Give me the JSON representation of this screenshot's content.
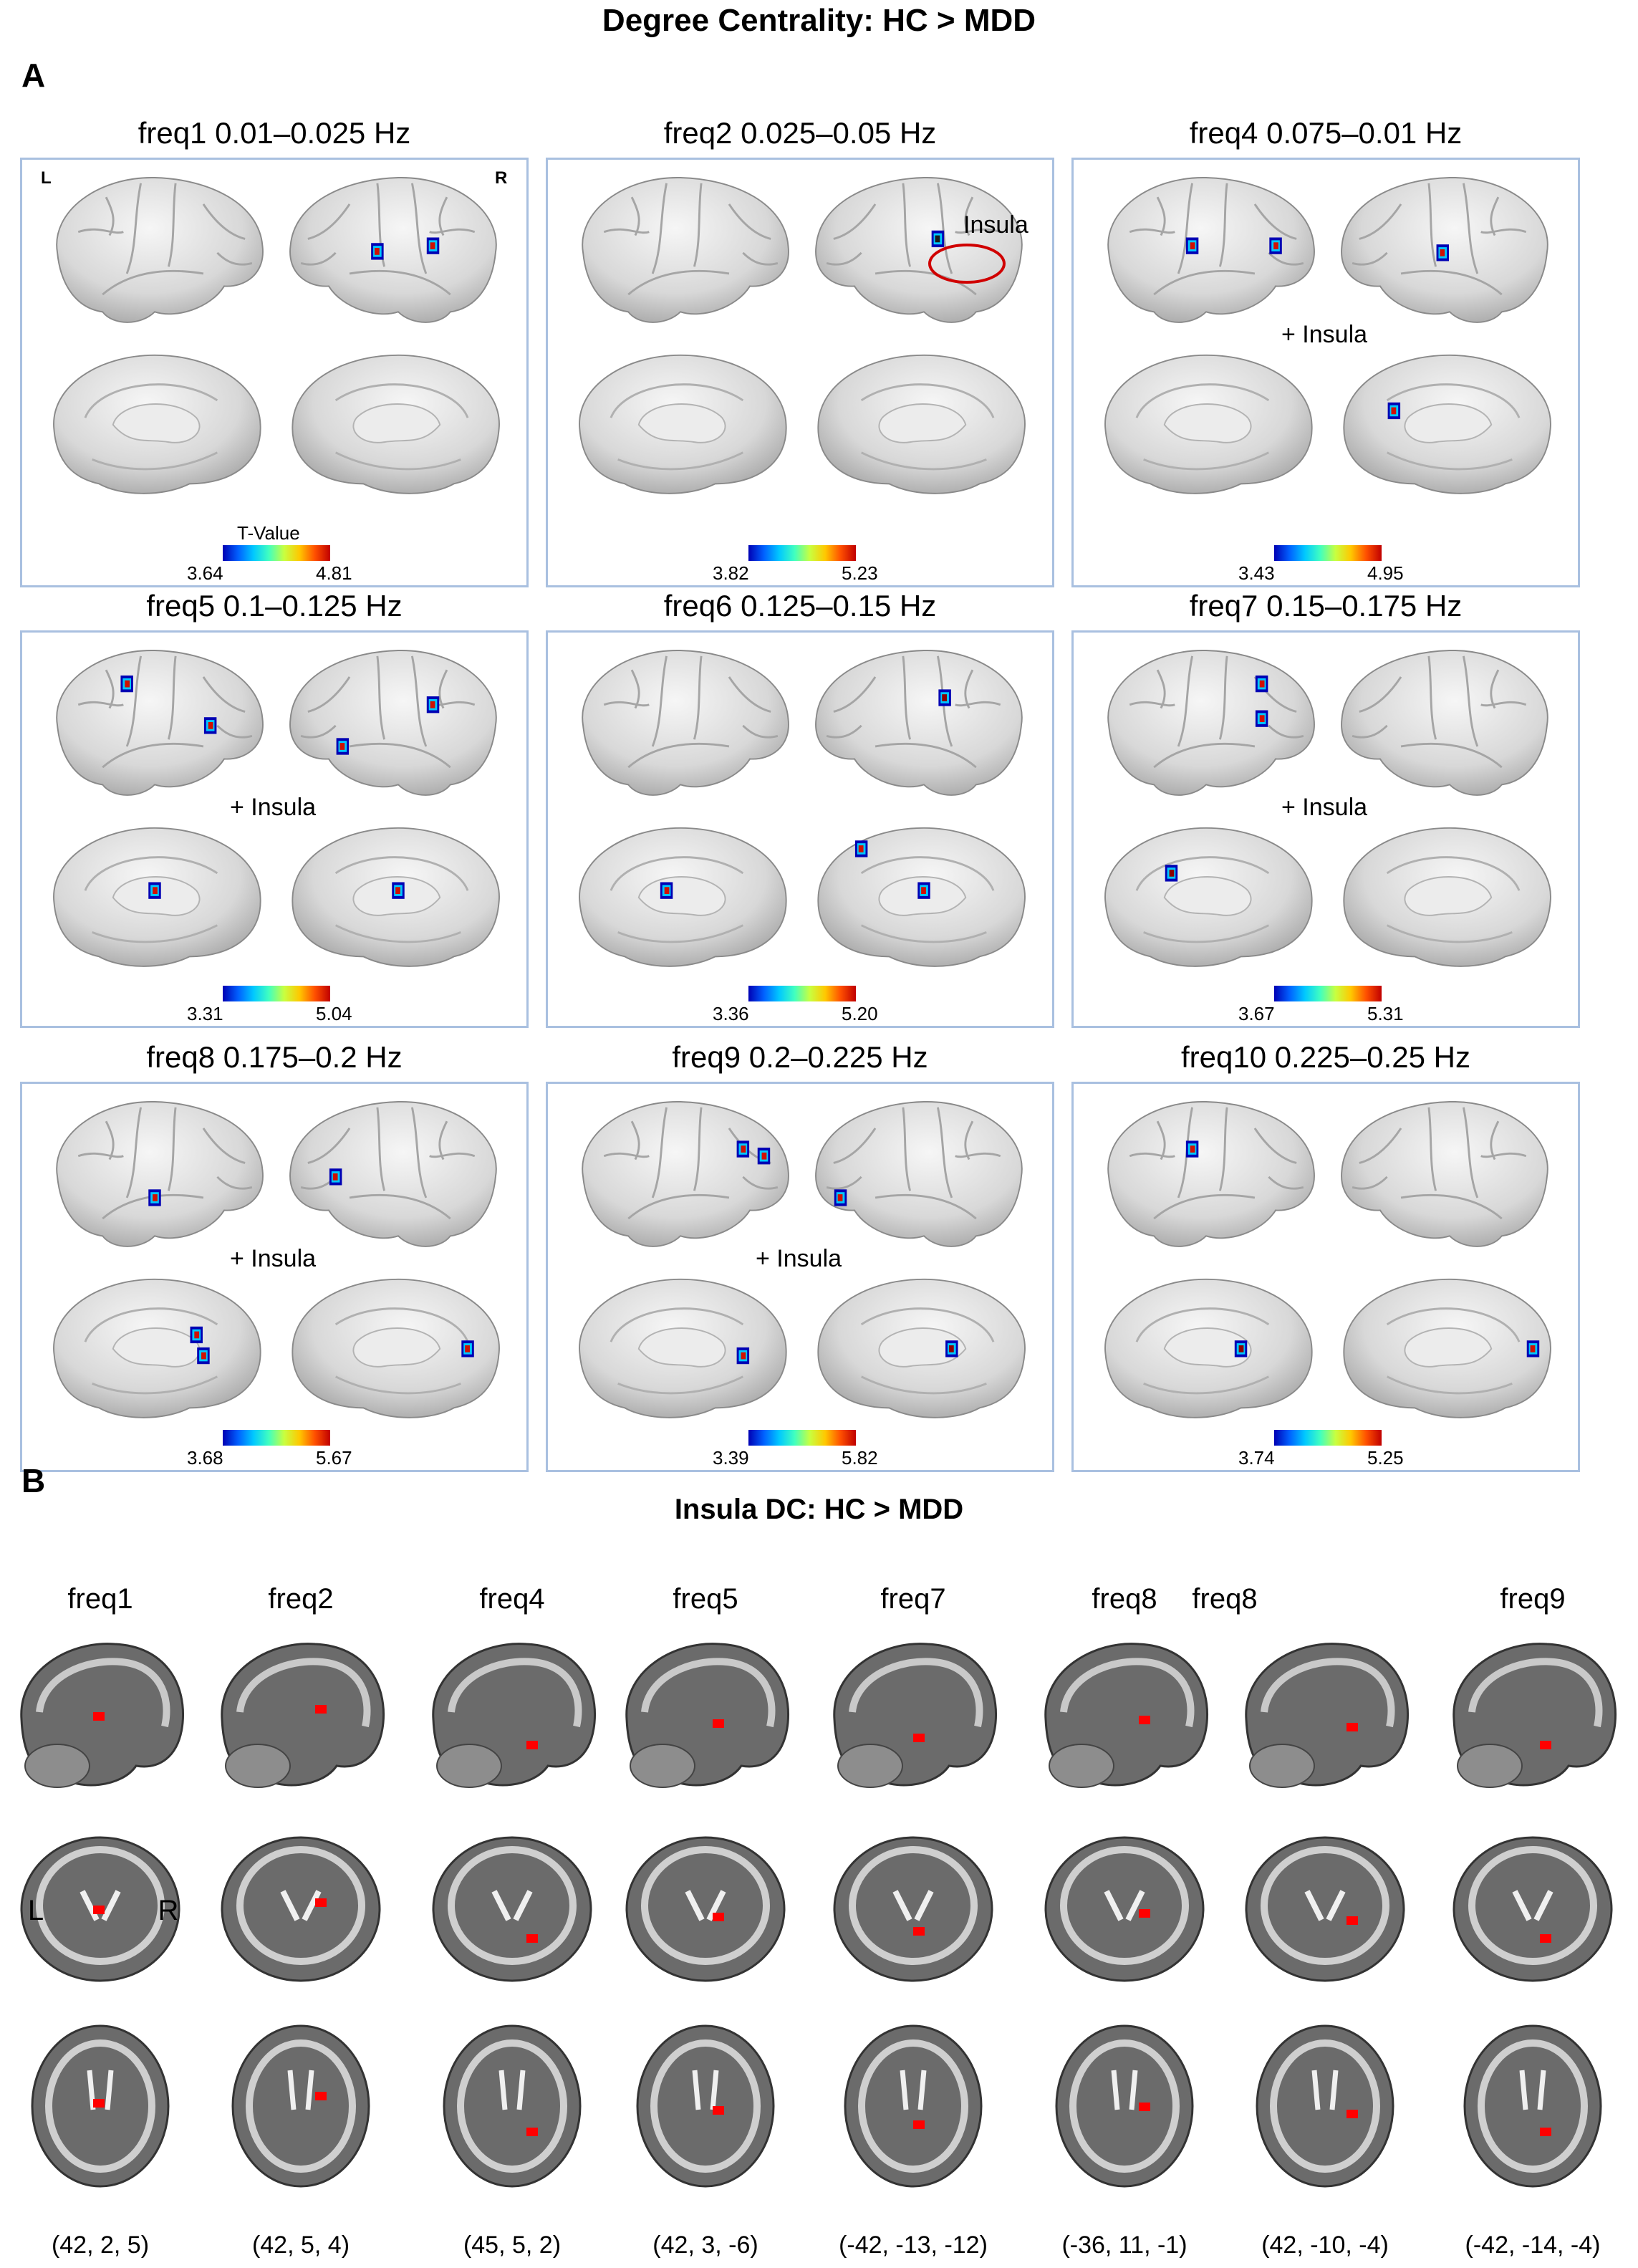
{
  "title": "Degree Centrality: HC > MDD",
  "panel_a_letter": "A",
  "panel_b_letter": "B",
  "panel_b_title": "Insula DC: HC > MDD",
  "hemisphere_labels": {
    "left": "L",
    "right": "R"
  },
  "colorbar_title": "T-Value",
  "insula_annotation": "Insula",
  "plus_insula": "+ Insula",
  "panels": [
    {
      "label": "freq1 0.01–0.025 Hz",
      "min": "3.64",
      "max": "4.81",
      "insula_plus": false
    },
    {
      "label": "freq2 0.025–0.05 Hz",
      "min": "3.82",
      "max": "5.23",
      "insula_plus": false
    },
    {
      "label": "freq4 0.075–0.01 Hz",
      "min": "3.43",
      "max": "4.95",
      "insula_plus": true
    },
    {
      "label": "freq5 0.1–0.125 Hz",
      "min": "3.31",
      "max": "5.04",
      "insula_plus": true
    },
    {
      "label": "freq6 0.125–0.15 Hz",
      "min": "3.36",
      "max": "5.20",
      "insula_plus": false
    },
    {
      "label": "freq7 0.15–0.175 Hz",
      "min": "3.67",
      "max": "5.31",
      "insula_plus": true
    },
    {
      "label": "freq8 0.175–0.2 Hz",
      "min": "3.68",
      "max": "5.67",
      "insula_plus": true
    },
    {
      "label": "freq9 0.2–0.225 Hz",
      "min": "3.39",
      "max": "5.82",
      "insula_plus": true
    },
    {
      "label": "freq10 0.225–0.25 Hz",
      "min": "3.74",
      "max": "5.25",
      "insula_plus": false
    }
  ],
  "slice_columns": [
    {
      "label": "freq1",
      "coord": "(42, 2, 5)"
    },
    {
      "label": "freq2",
      "coord": "(42, 5, 4)"
    },
    {
      "label": "freq4",
      "coord": "(45, 5, 2)"
    },
    {
      "label": "freq5",
      "coord": "(42, 3, -6)"
    },
    {
      "label": "freq7",
      "coord": "(-42, -13, -12)"
    },
    {
      "label": "freq8",
      "coord": "(-36, 11, -1)"
    },
    {
      "label": "",
      "coord": "(42, -10, -4)"
    },
    {
      "label": "freq9",
      "coord": "(-42, -14, -4)"
    }
  ],
  "freq8_group_label": "freq8",
  "colors": {
    "panel_border": "#a9c0e0",
    "activation": "#e00000",
    "brain_surface": "#d9d9d9"
  }
}
